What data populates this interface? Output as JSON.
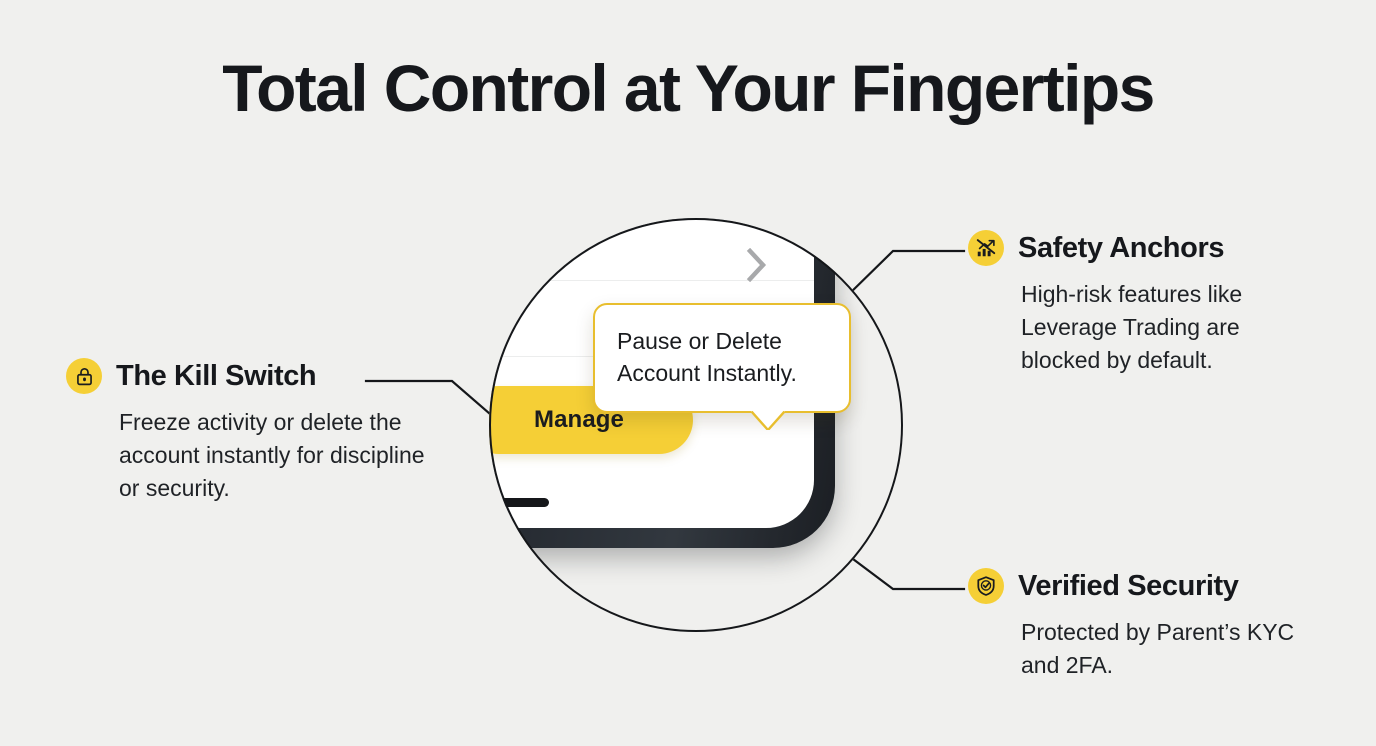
{
  "page": {
    "title": "Total Control at Your Fingertips",
    "background_color": "#f0f0ee",
    "accent_color": "#f5cf36",
    "text_color": "#16181c"
  },
  "device": {
    "tooltip": {
      "line1": "Pause or Delete",
      "line2": "Account Instantly."
    },
    "manage_button_label": "Manage",
    "chevron_icon": "chevron-right-icon",
    "home_indicator": "home-indicator-bar"
  },
  "labels": [
    {
      "id": "kill-switch",
      "icon": "lock-icon",
      "title": "The Kill Switch",
      "body": "Freeze activity or delete the account instantly for discipline or security."
    },
    {
      "id": "safety-anchors",
      "icon": "blocked-chart-icon",
      "title": "Safety Anchors",
      "body": "High-risk features like Leverage Trading are blocked by default."
    },
    {
      "id": "verified-security",
      "icon": "shield-check-icon",
      "title": "Verified Security",
      "body": "Protected by Parent’s KYC and 2FA."
    }
  ]
}
